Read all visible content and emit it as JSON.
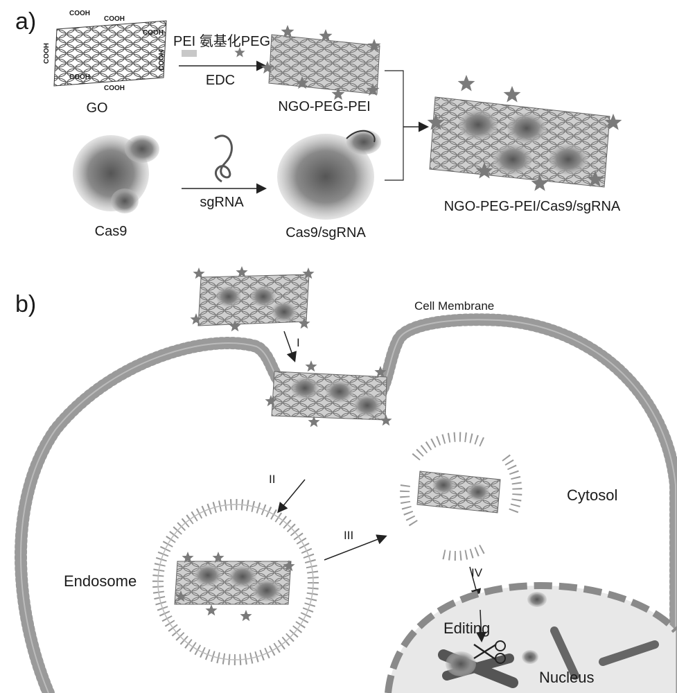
{
  "panel_a": {
    "label": "a)",
    "go_label": "GO",
    "cooh": "COOH",
    "reagents": "PEI 氨基化PEG",
    "edc": "EDC",
    "ngo_label": "NGO-PEG-PEI",
    "cas9_label": "Cas9",
    "sgrna": "sgRNA",
    "complex_label": "Cas9/sgRNA",
    "final_label": "NGO-PEG-PEI/Cas9/sgRNA"
  },
  "panel_b": {
    "label": "b)",
    "cell_membrane": "Cell Membrane",
    "step1": "I",
    "step2": "II",
    "step3": "III",
    "step4": "IV",
    "cytosol": "Cytosol",
    "endosome": "Endosome",
    "editing": "Editing",
    "nucleus": "Nucleus"
  },
  "colors": {
    "sheet": "#c9c9c9",
    "sheet_line": "#6f6f6f",
    "star": "#7a7a7a",
    "membrane": "#9a9a9a",
    "nucleus_fill": "#e8e8e8",
    "nucleus_border": "#8a8a8a"
  }
}
